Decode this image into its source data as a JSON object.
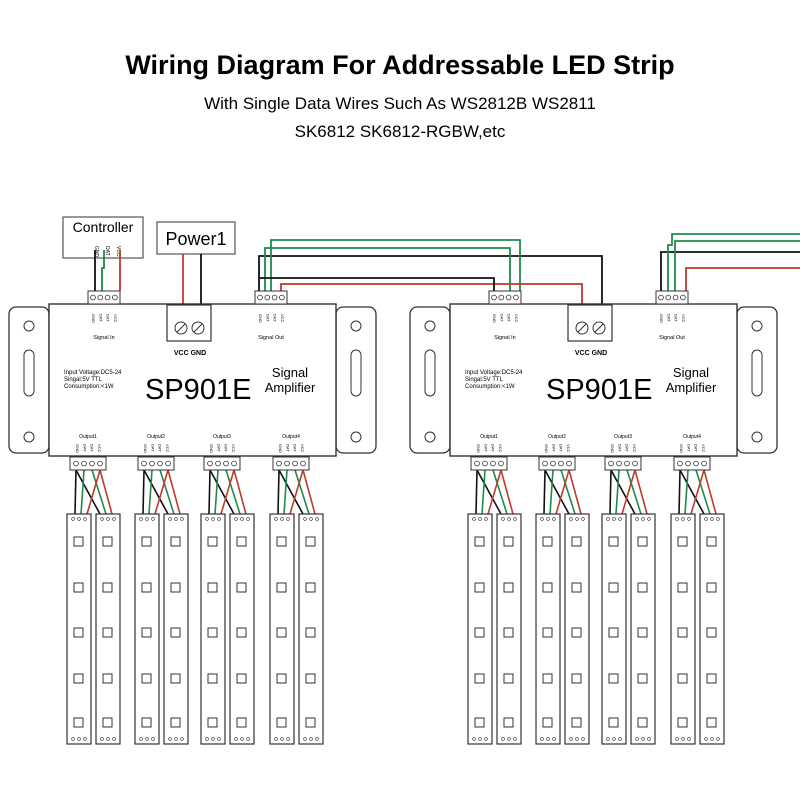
{
  "title": "Wiring Diagram For Addressable LED Strip",
  "subtitle_line1": "With Single Data Wires Such As WS2812B WS2811",
  "subtitle_line2": "SK6812 SK6812-RGBW,etc",
  "controller": {
    "label": "Controller",
    "pins": [
      "GND",
      "DAT",
      "VCC"
    ]
  },
  "power": {
    "label": "Power1"
  },
  "amplifier": {
    "model": "SP901E",
    "name_line1": "Signal",
    "name_line2": "Amplifier",
    "spec_lines": [
      "Input Voltage:DC5-24",
      "Singal:5V TTL",
      "Consumption:<1W"
    ],
    "signal_in_label": "Signal In",
    "signal_out_label": "Signal Out",
    "vcc_gnd_label": "VCC GND",
    "pin_labels": [
      "GND",
      "DAT",
      "DAT",
      "VCC"
    ],
    "outputs": [
      "Output1",
      "Output2",
      "Output3",
      "Output4"
    ]
  },
  "wire_colors": {
    "black": "#111111",
    "green": "#1f8a4c",
    "red": "#c0392b",
    "outline": "#333333"
  }
}
